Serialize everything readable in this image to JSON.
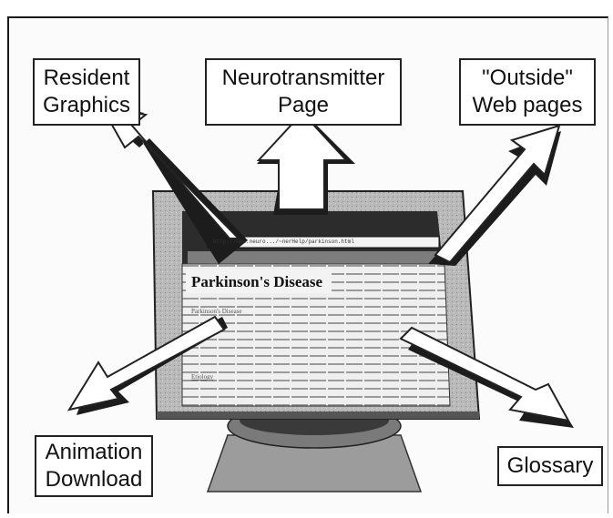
{
  "labels": {
    "resident": [
      "Resident",
      "Graphics"
    ],
    "neuro": [
      "Neurotransmitter",
      "Page"
    ],
    "outside": [
      "\"Outside\"",
      "Web pages"
    ],
    "animation": [
      "Animation",
      "Download"
    ],
    "glossary": [
      "Glossary"
    ]
  },
  "monitor": {
    "url": "http://www.neuro.../~nerHelp/parkinson.html",
    "heading": "Parkinson's Disease",
    "paragraph1_lead": "Parkinson's Disease",
    "paragraph2_lead": "Etiology"
  }
}
